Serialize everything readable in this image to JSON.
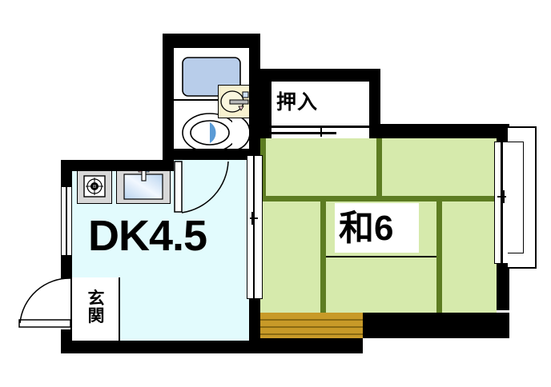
{
  "document": {
    "type": "floor-plan",
    "title": "Apartment floor plan 1DK",
    "background_color": "#ffffff"
  },
  "colors": {
    "wall": "#000000",
    "dk_floor": "#e2fbfd",
    "tatami_mat": "#d6eaac",
    "tatami_border": "#5d7c22",
    "wood_deck": "#c89a28",
    "wood_deck_line": "#8a6a12",
    "bathtub_fill": "#b8cdea",
    "sink_cabinet": "#f7f1cf",
    "toilet_bowl_fill": "#5b9bd5",
    "fixture_counter": "#d8d8d8"
  },
  "rooms": [
    {
      "id": "dk",
      "label": "DK4.5",
      "name_en": "dining-kitchen-4.5-tatami",
      "floor": "#e2fbfd"
    },
    {
      "id": "washitsu",
      "label": "和6",
      "name_en": "japanese-room-6-tatami",
      "floor": "#d6eaac"
    },
    {
      "id": "closet",
      "label": "押入",
      "name_en": "oshiire-closet",
      "floor": "#ffffff"
    },
    {
      "id": "genkan",
      "label": "玄関",
      "name_en": "entrance-genkan",
      "floor": "#ffffff"
    },
    {
      "id": "bathroom",
      "label": "",
      "name_en": "unit-bath-with-toilet",
      "floor": "#ffffff"
    }
  ],
  "fixtures": [
    {
      "id": "bathtub",
      "name": "bathtub"
    },
    {
      "id": "toilet",
      "name": "toilet"
    },
    {
      "id": "wash-basin",
      "name": "wash-basin"
    },
    {
      "id": "gas-stove",
      "name": "gas-stove"
    },
    {
      "id": "kitchen-sink",
      "name": "kitchen-sink"
    },
    {
      "id": "wood-deck",
      "name": "wooden-step-engawa"
    }
  ],
  "openings": [
    {
      "id": "entrance-door",
      "name": "entrance-swing-door"
    },
    {
      "id": "bath-door",
      "name": "bathroom-swing-door"
    },
    {
      "id": "fusuma-dk-washitsu",
      "name": "sliding-door-between-dk-and-washitsu"
    },
    {
      "id": "closet-doors",
      "name": "closet-sliding-doors"
    },
    {
      "id": "balcony-window",
      "name": "balcony-sliding-window"
    },
    {
      "id": "dk-window",
      "name": "dk-left-window"
    }
  ]
}
